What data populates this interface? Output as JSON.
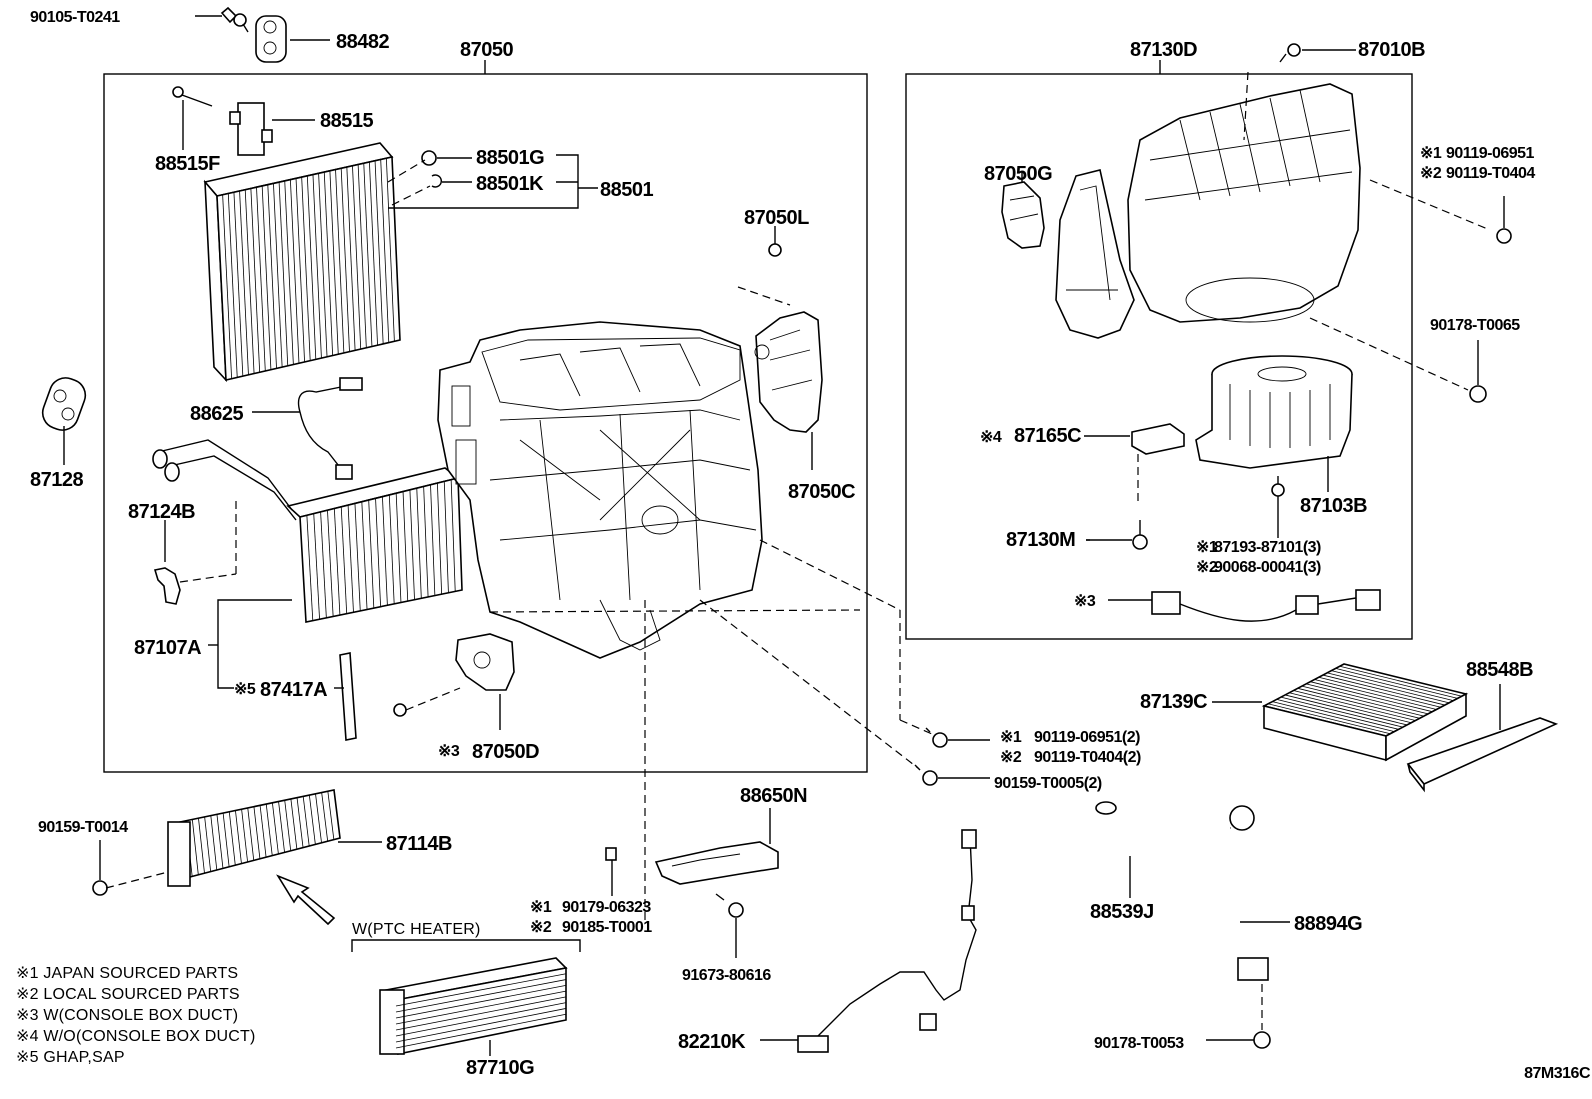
{
  "parts": {
    "p90105_T0241": "90105-T0241",
    "p88482": "88482",
    "p87050": "87050",
    "p88515": "88515",
    "p88515F": "88515F",
    "p88501G": "88501G",
    "p88501K": "88501K",
    "p88501": "88501",
    "p87050L": "87050L",
    "p87128": "87128",
    "p88625": "88625",
    "p87124B": "87124B",
    "p87107A": "87107A",
    "p87417A": "87417A",
    "p87050C": "87050C",
    "p87050D": "87050D",
    "p87130D": "87130D",
    "p87010B": "87010B",
    "p87050G": "87050G",
    "p90119_06951": "90119-06951",
    "p90119_T0404": "90119-T0404",
    "p90178_T0065": "90178-T0065",
    "p87165C": "87165C",
    "p87103B": "87103B",
    "p87130M": "87130M",
    "p87193_87101": "87193-87101(3)",
    "p90068_00041": "90068-00041(3)",
    "p88548B": "88548B",
    "p87139C": "87139C",
    "p90119_06951_2": "90119-06951(2)",
    "p90119_T0404_2": "90119-T0404(2)",
    "p90159_T0005": "90159-T0005(2)",
    "p90159_T0014": "90159-T0014",
    "p87114B": "87114B",
    "p88650N": "88650N",
    "p90179_06323": "90179-06323",
    "p90185_T0001": "90185-T0001",
    "p91673_80616": "91673-80616",
    "p88539J": "88539J",
    "p88894G": "88894G",
    "p82210K": "82210K",
    "p90178_T0053": "90178-T0053",
    "p87710G": "87710G"
  },
  "marks": {
    "m1": "※1",
    "m2": "※2",
    "m3": "※3",
    "m4": "※4",
    "m5": "※5"
  },
  "ptc_label": "W(PTC HEATER)",
  "legend": [
    "※1 JAPAN SOURCED PARTS",
    "※2 LOCAL SOURCED PARTS",
    "※3 W(CONSOLE BOX DUCT)",
    "※4 W/O(CONSOLE BOX DUCT)",
    "※5 GHAP,SAP"
  ],
  "diagram_code": "87M316C"
}
